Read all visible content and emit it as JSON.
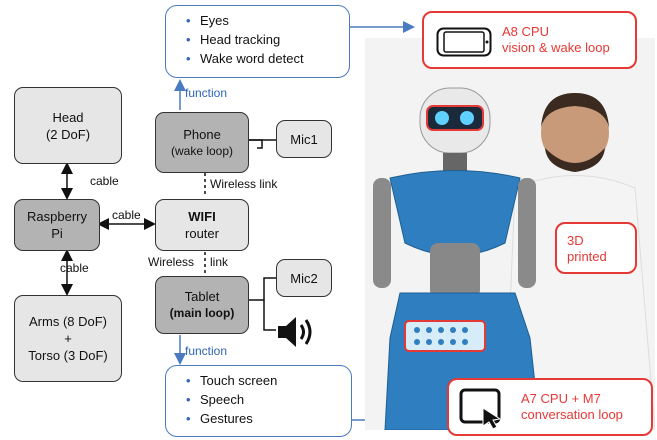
{
  "nodes": {
    "head": {
      "line1": "Head",
      "line2": "(2 DoF)"
    },
    "raspberry": {
      "line1": "Raspberry",
      "line2": "Pi"
    },
    "arms": {
      "line1": "Arms (8 DoF)",
      "line2": "+",
      "line3": "Torso (3 DoF)"
    },
    "phone": {
      "line1": "Phone",
      "line2": "(wake loop)"
    },
    "mic1": "Mic1",
    "wifi": {
      "line1": "WIFI",
      "line2": "router"
    },
    "mic2": "Mic2",
    "tablet": {
      "line1": "Tablet",
      "line2": "(main loop)"
    }
  },
  "edge_labels": {
    "cable_head": "cable",
    "cable_router": "cable",
    "cable_arms": "cable",
    "wireless_link_phone": "Wireless link",
    "wireless_link_tablet_a": "Wireless",
    "wireless_link_tablet_b": "link",
    "function_top": "function",
    "function_bottom": "function"
  },
  "top_box": {
    "items": [
      "Eyes",
      "Head tracking",
      "Wake word detect"
    ]
  },
  "bottom_box": {
    "items": [
      "Touch screen",
      "Speech",
      "Gestures"
    ]
  },
  "callouts": {
    "a8": {
      "line1": "A8 CPU",
      "line2": "vision & wake loop"
    },
    "printed": {
      "line1": "3D",
      "line2": "printed"
    },
    "a7": {
      "line1": "A7 CPU + M7",
      "line2": "conversation loop"
    }
  },
  "colors": {
    "accent_red": "#e53935",
    "accent_blue": "#4a7bc0",
    "robot_blue": "#2f7fc0"
  },
  "icons": {
    "speaker": "speaker-icon",
    "phone": "phone-device-icon",
    "tablet": "tablet-touch-icon"
  }
}
